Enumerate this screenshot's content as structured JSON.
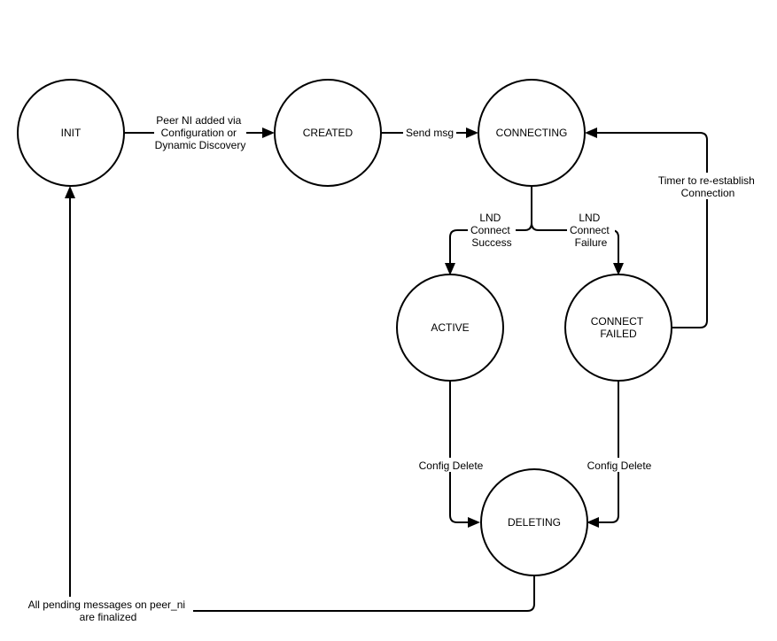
{
  "diagram": {
    "states": {
      "init": "INIT",
      "created": "CREATED",
      "connecting": "CONNECTING",
      "active": "ACTIVE",
      "connect_failed": [
        "CONNECT",
        "FAILED"
      ],
      "deleting": "DELETING"
    },
    "transitions": {
      "init_to_created": [
        "Peer NI added via",
        "Configuration or",
        "Dynamic Discovery"
      ],
      "created_to_connecting": [
        "Send msg"
      ],
      "connecting_to_active": [
        "LND",
        "Connect",
        "Success"
      ],
      "connecting_to_failed": [
        "LND",
        "Connect",
        "Failure"
      ],
      "failed_to_connecting": [
        "Timer to re-establish",
        "Connection"
      ],
      "active_to_deleting": [
        "Config Delete"
      ],
      "failed_to_deleting": [
        "Config Delete"
      ],
      "deleting_to_init": [
        "All pending messages on peer_ni",
        "are finalized"
      ]
    },
    "colors": {
      "stroke": "#000000",
      "fill": "#ffffff",
      "text": "#000000"
    }
  }
}
